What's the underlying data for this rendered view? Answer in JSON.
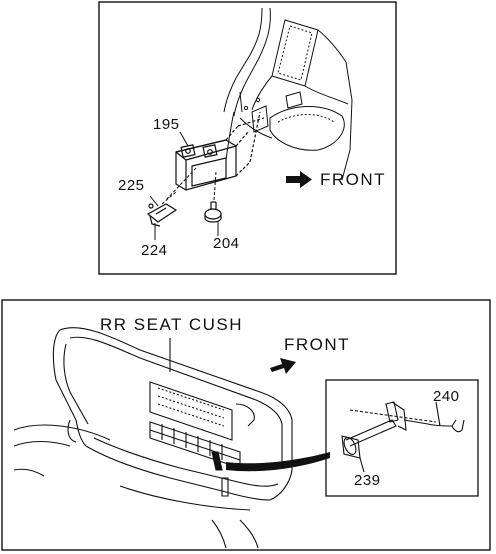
{
  "top_panel": {
    "direction_label": "FRONT",
    "callouts": [
      "195",
      "225",
      "224",
      "204"
    ]
  },
  "bottom_panel": {
    "title": "RR SEAT CUSH",
    "direction_label": "FRONT",
    "inset_callouts": [
      "240",
      "239"
    ]
  }
}
